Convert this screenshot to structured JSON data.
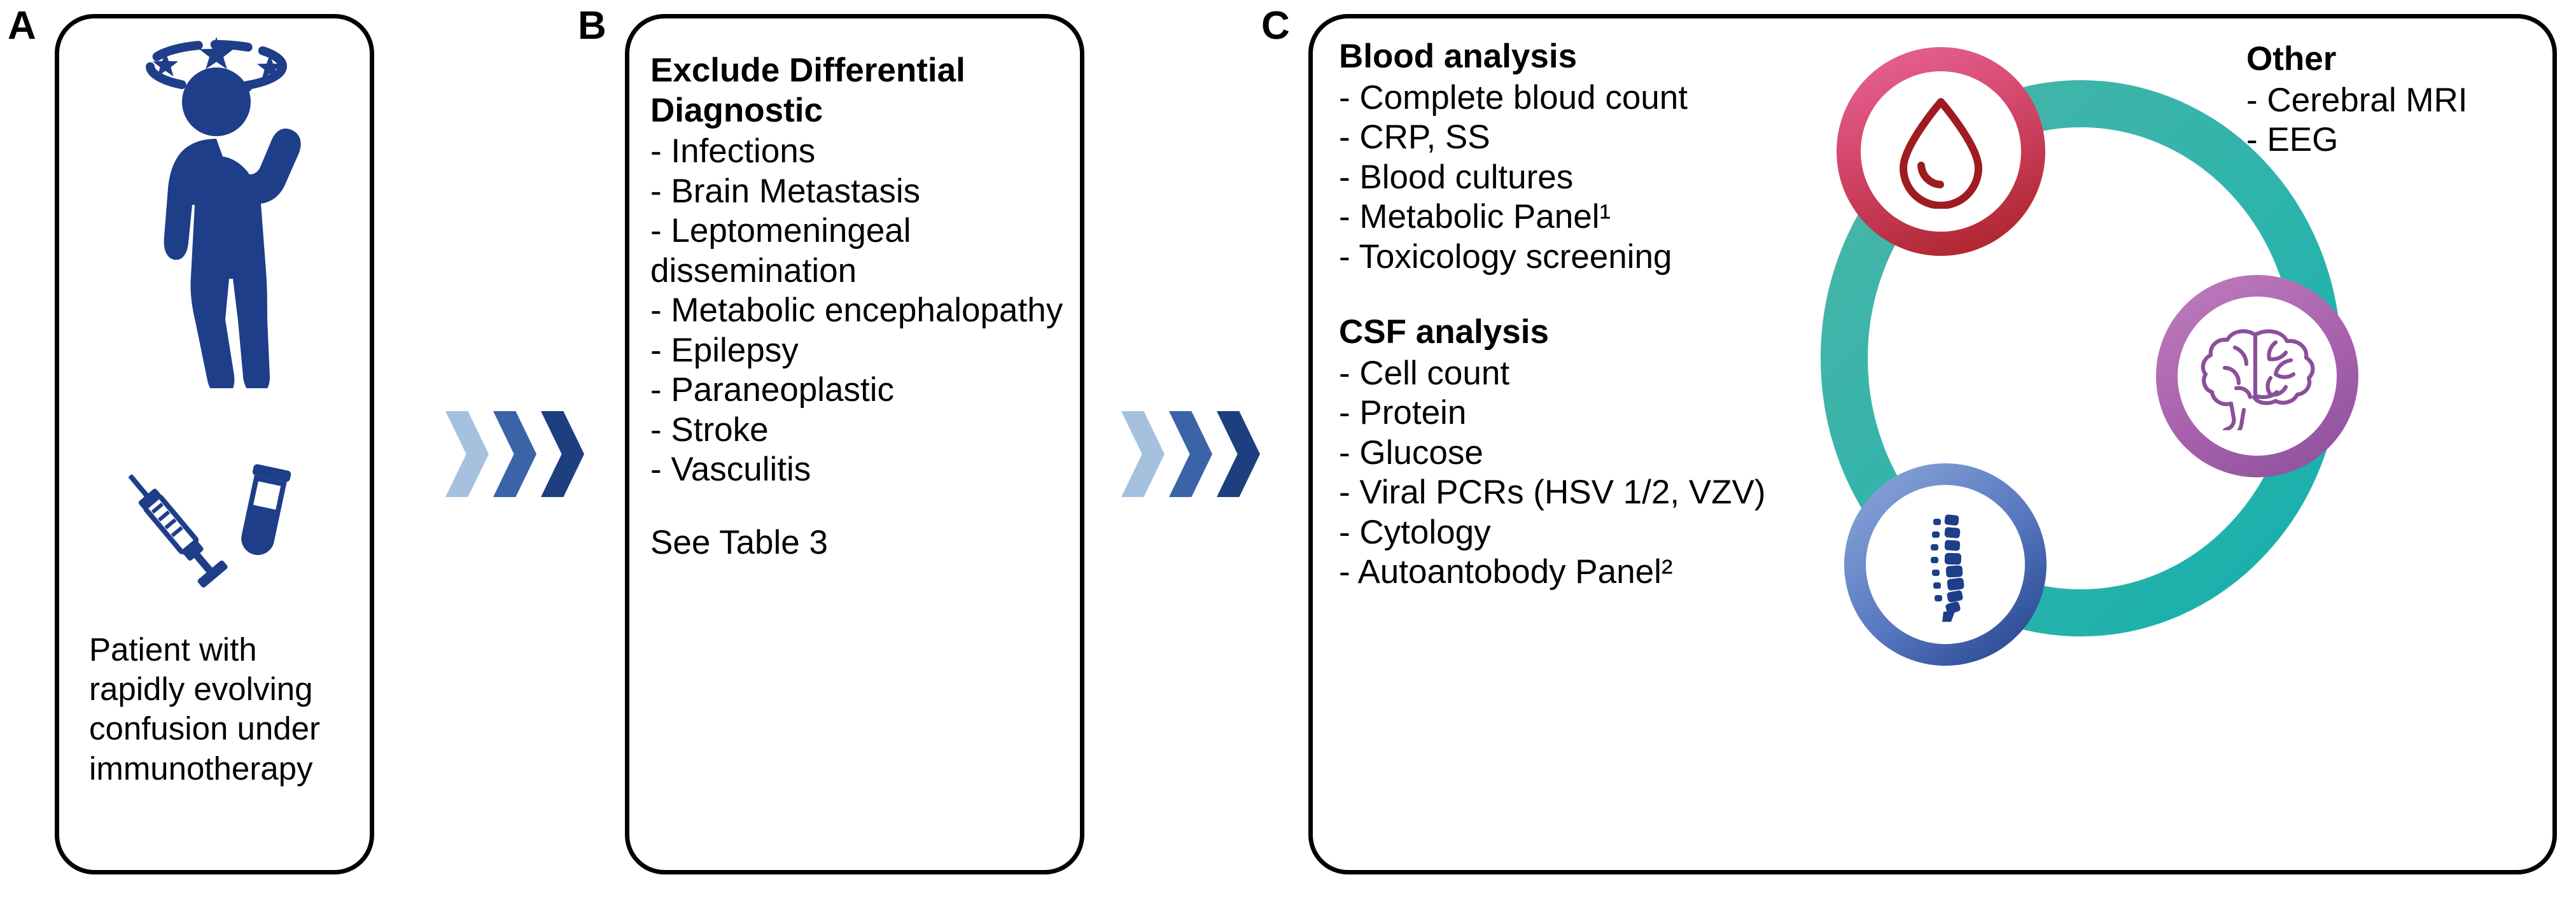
{
  "panels": {
    "a": {
      "letter": "A",
      "icons": {
        "patient": "confused-patient-icon",
        "sample": "syringe-test-tube-icon"
      },
      "caption": "Patient with rapidly evolving confusion under immunotherapy"
    },
    "b": {
      "letter": "B",
      "title": "Exclude Differential Diagnostic",
      "items": [
        "- Infections",
        "- Brain Metastasis",
        "- Leptomeningeal dissemination",
        "- Metabolic encephalopathy",
        "- Epilepsy",
        "- Paraneoplastic",
        "- Stroke",
        "- Vasculitis"
      ],
      "footnote": "See Table 3"
    },
    "c": {
      "letter": "C",
      "blood": {
        "title": "Blood analysis",
        "items": [
          "- Complete bloud count",
          "- CRP, SS",
          "- Blood cultures",
          "- Metabolic Panel¹",
          "- Toxicology screening"
        ]
      },
      "csf": {
        "title": "CSF analysis",
        "items": [
          "- Cell count",
          "- Protein",
          "- Glucose",
          "- Viral PCRs (HSV 1/2, VZV)",
          "- Cytology",
          "- Autoantobody Panel²"
        ]
      },
      "other": {
        "title": "Other",
        "items": [
          "- Cerebral MRI",
          "- EEG"
        ]
      },
      "graphic": {
        "ring": "teal-circle-ring",
        "nodes": [
          {
            "icon": "blood-drop-icon",
            "ring_color": "#A81F23"
          },
          {
            "icon": "brain-icon",
            "ring_color": "#8B4F9A"
          },
          {
            "icon": "spine-icon",
            "ring_color": "#1E3E89"
          }
        ]
      }
    }
  },
  "connectors": {
    "arrow_icon": "chevron-right-icon",
    "colors": [
      "#A6C1DD",
      "#3A63A8",
      "#1E3F7F"
    ]
  },
  "colors": {
    "patient_blue": "#1E3E89",
    "teal_ring_start": "#4BB5A8",
    "teal_ring_end": "#16AFAC",
    "outline": "#000000"
  }
}
